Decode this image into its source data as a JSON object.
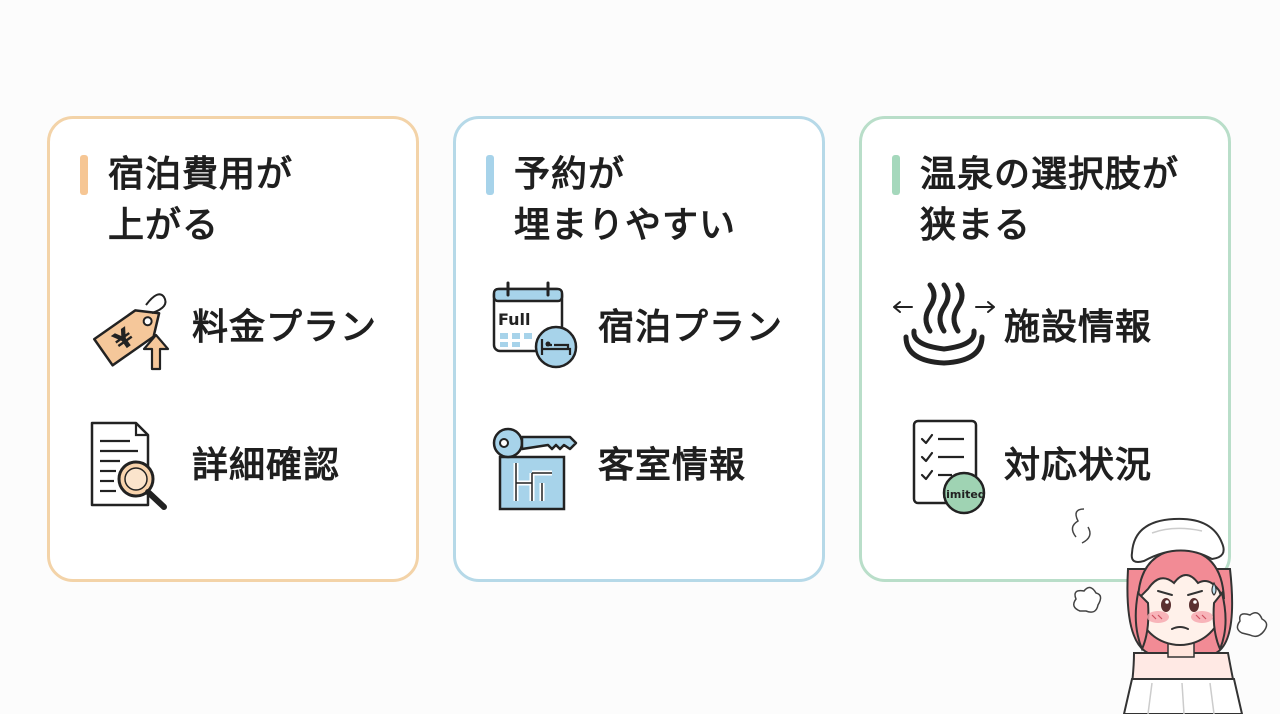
{
  "cards": [
    {
      "title_lines": [
        "宿泊費用が",
        "上がる"
      ],
      "items": [
        {
          "label": "料金プラン",
          "icon": "yen-price-tag-icon"
        },
        {
          "label": "詳細確認",
          "icon": "document-magnifier-icon"
        }
      ]
    },
    {
      "title_lines": [
        "予約が",
        "埋まりやすい"
      ],
      "items": [
        {
          "label": "宿泊プラン",
          "icon": "calendar-full-icon",
          "badge": "Full"
        },
        {
          "label": "客室情報",
          "icon": "key-floorplan-icon"
        }
      ]
    },
    {
      "title_lines": [
        "温泉の選択肢が",
        "狭まる"
      ],
      "items": [
        {
          "label": "施設情報",
          "icon": "hot-spring-icon"
        },
        {
          "label": "対応状況",
          "icon": "checklist-icon",
          "badge": "limited"
        }
      ]
    }
  ],
  "colors": {
    "card1_border": "#f3d3a8",
    "card2_border": "#b6d9e8",
    "card3_border": "#b9dec9",
    "card1_accent": "#f6c694",
    "card2_accent": "#a7d3ea",
    "card3_accent": "#a5d8bc"
  }
}
